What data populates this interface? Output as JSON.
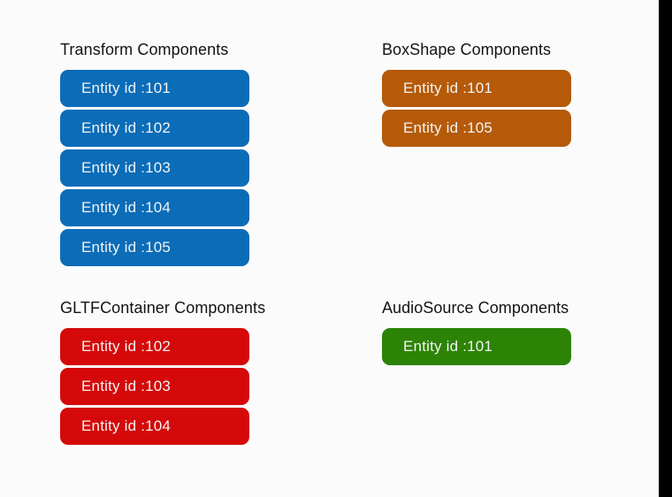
{
  "canvas": {
    "background_color": "#fbfbfb",
    "edge_strip_color": "#000000"
  },
  "groups": [
    {
      "key": "transform",
      "title": "Transform Components",
      "color": "#0b6cb8",
      "entities": [
        "Entity id :101",
        "Entity id :102",
        "Entity id :103",
        "Entity id :104",
        "Entity id :105"
      ]
    },
    {
      "key": "boxshape",
      "title": "BoxShape Components",
      "color": "#b55a09",
      "entities": [
        "Entity id :101",
        "Entity id :105"
      ]
    },
    {
      "key": "gltfcontainer",
      "title": "GLTFContainer Components",
      "color": "#d50909",
      "entities": [
        "Entity id :102",
        "Entity id :103",
        "Entity id :104"
      ]
    },
    {
      "key": "audiosource",
      "title": "AudioSource Components",
      "color": "#2c8305",
      "entities": [
        "Entity id :101"
      ]
    }
  ]
}
